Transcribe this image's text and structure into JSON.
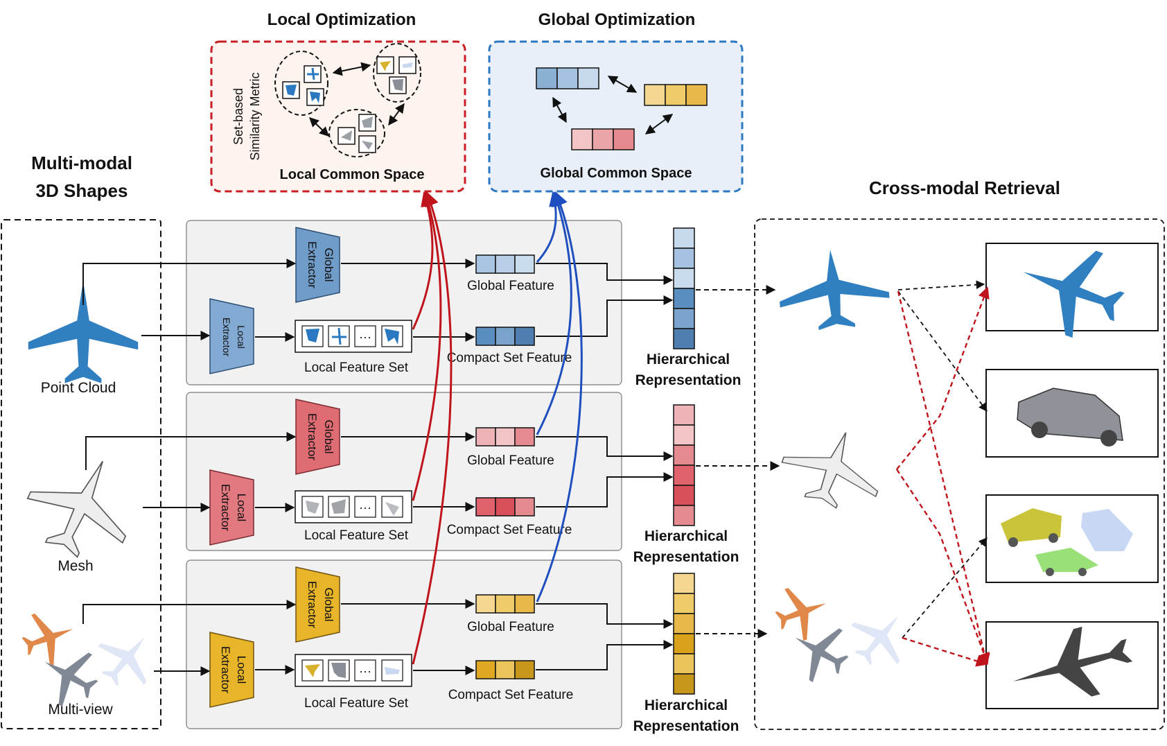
{
  "titles": {
    "local_opt": "Local Optimization",
    "global_opt": "Global Optimization",
    "multimodal_1": "Multi-modal",
    "multimodal_2": "3D Shapes",
    "retrieval": "Cross-modal Retrieval"
  },
  "local_space": {
    "metric_1": "Set-based",
    "metric_2": "Similarity Metric",
    "caption": "Local Common Space"
  },
  "global_space": {
    "caption": "Global Common Space"
  },
  "modalities": [
    "Point Cloud",
    "Mesh",
    "Multi-view"
  ],
  "labels": {
    "global_extractor_1": "Global",
    "global_extractor_2": "Extractor",
    "local_extractor_1": "Local",
    "local_extractor_2": "Extractor",
    "global_feature": "Global Feature",
    "compact_set_feature": "Compact Set Feature",
    "local_feature_set": "Local Feature Set",
    "hier_1": "Hierarchical",
    "hier_2": "Representation",
    "ellipsis": "···"
  },
  "colors": {
    "blue_dark": "#4f7fb0",
    "blue_mid": "#8ab0d4",
    "blue_light": "#c7d9ec",
    "red_dark": "#d9505a",
    "red_mid": "#e58a8f",
    "red_light": "#f2c4c6",
    "gold_dark": "#c8961b",
    "gold_mid": "#e8b84a",
    "gold_light": "#f4d892",
    "local_arrow": "#c0141c",
    "global_arrow": "#1f4fbf",
    "local_box_border": "#c81e24",
    "global_box_border": "#2b78c2"
  }
}
